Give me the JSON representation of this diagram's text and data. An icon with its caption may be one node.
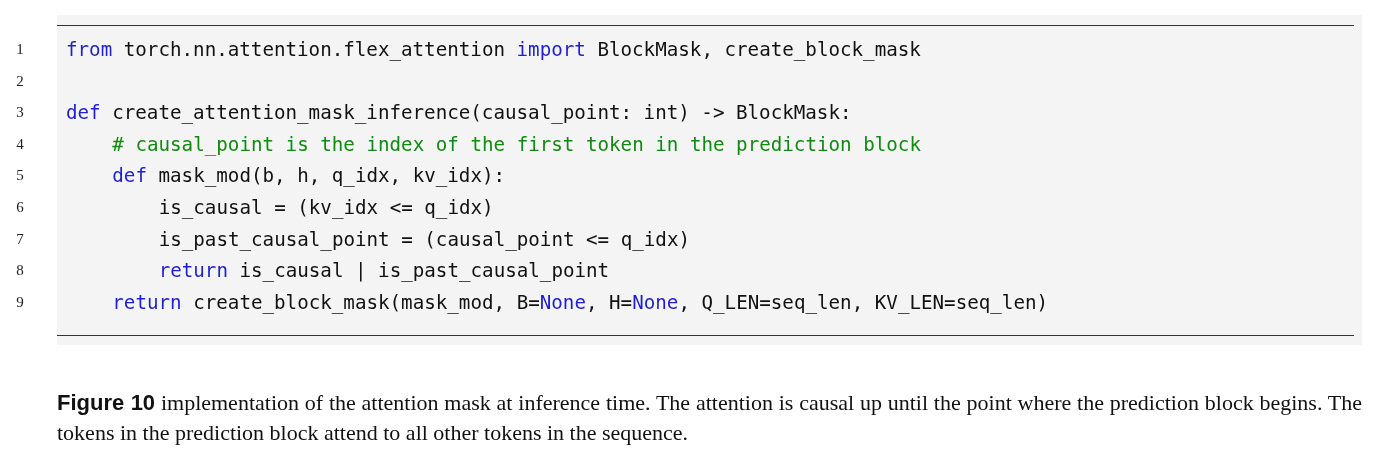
{
  "diagram": {
    "caption": "**Figure 10** implementation of the attention mask at inference time. The attention is causal up until the point where the prediction block begins. The tokens in the prediction block attend to all other tokens in the sequence.",
    "labels": [
      "1",
      "from torch.nn.attention.flex_attention import BlockMask, create_block_mask",
      "2",
      "3",
      "def create_attention_mask_inference(causal_point: int) -> BlockMask:",
      "4",
      "# causal_point is the index of the first token in the prediction block",
      "5",
      "def mask_mod(b, h, q_idx, kv_idx):",
      "6",
      "is_causal = (kv_idx <= q_idx)",
      "7",
      "is_past_causal_point = (causal_point <= q_idx)",
      "8",
      "return is_causal | is_past_causal_point",
      "9",
      "return create_block_mask(mask_mod, B=None, H=None, Q_LEN=seq_len, KV_LEN=seq_len)"
    ]
  }
}
